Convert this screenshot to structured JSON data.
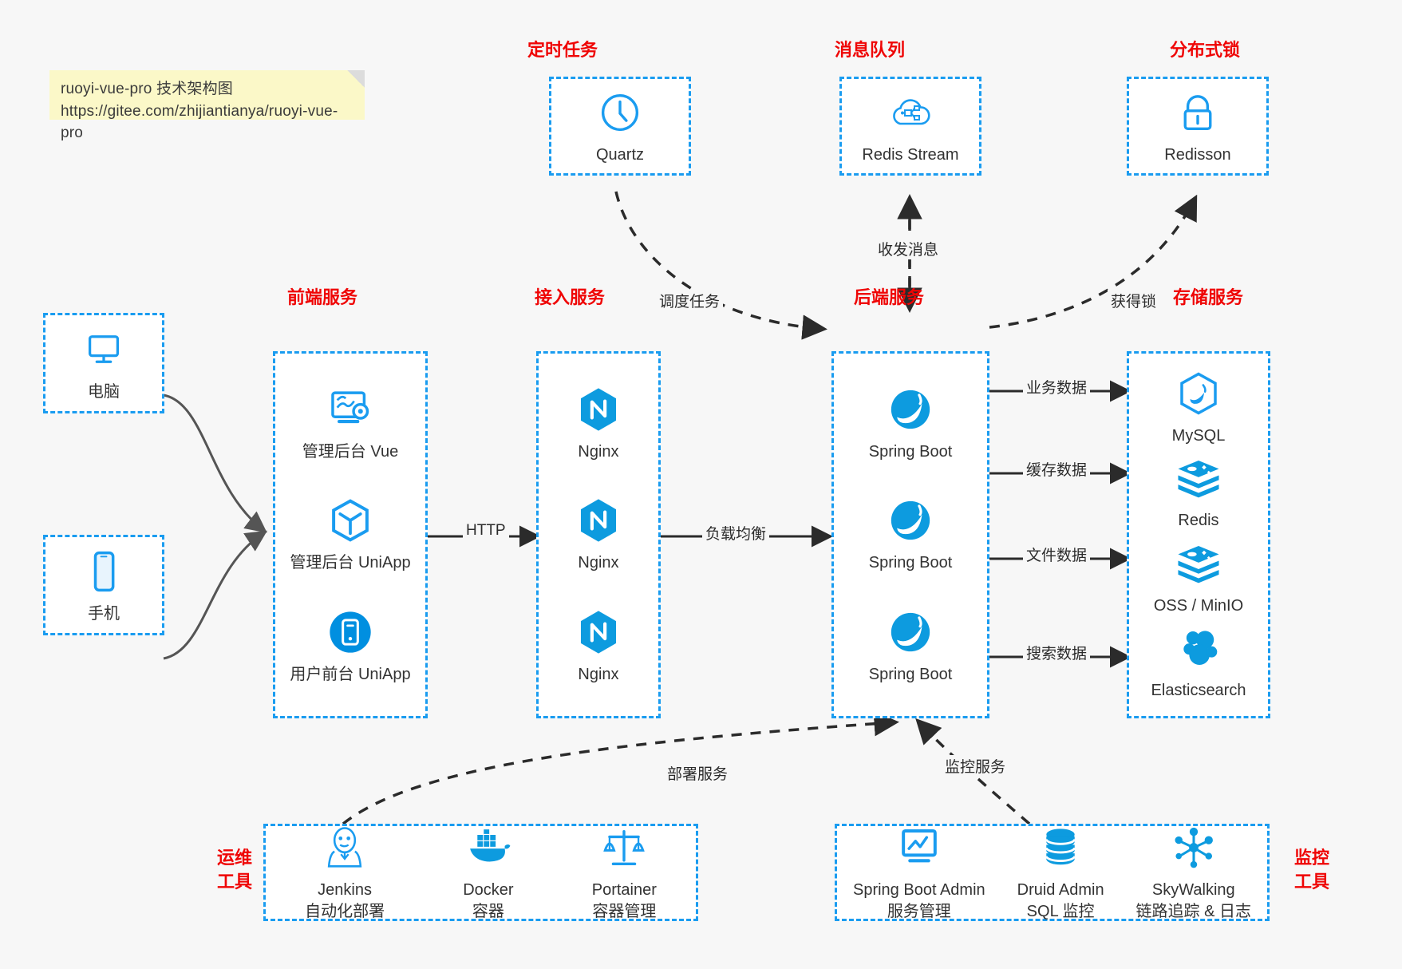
{
  "note": {
    "line1": "ruoyi-vue-pro 技术架构图",
    "line2": "https://gitee.com/zhijiantianya/ruoyi-vue-pro"
  },
  "colors": {
    "box_border": "#1a9cf0",
    "group_title": "#ef0505",
    "icon_blue": "#1a9cf0",
    "arrow": "#2b2b2b",
    "note_bg": "#fbf8c8",
    "page_bg": "#f7f7f7"
  },
  "groups": {
    "scheduled_task": {
      "title": "定时任务",
      "nodes": [
        {
          "label": "Quartz",
          "icon": "clock-icon"
        }
      ]
    },
    "message_queue": {
      "title": "消息队列",
      "nodes": [
        {
          "label": "Redis Stream",
          "icon": "cloud-network-icon"
        }
      ]
    },
    "distributed_lock": {
      "title": "分布式锁",
      "nodes": [
        {
          "label": "Redisson",
          "icon": "padlock-icon"
        }
      ]
    },
    "clients": {
      "nodes": [
        {
          "label": "电脑",
          "icon": "desktop-monitor-icon"
        },
        {
          "label": "手机",
          "icon": "mobile-phone-icon"
        }
      ]
    },
    "frontend": {
      "title": "前端服务",
      "nodes": [
        {
          "label": "管理后台 Vue",
          "icon": "dashboard-gear-icon"
        },
        {
          "label": "管理后台 UniApp",
          "icon": "hexagon-cube-icon"
        },
        {
          "label": "用户前台 UniApp",
          "icon": "phone-circle-icon"
        }
      ]
    },
    "gateway": {
      "title": "接入服务",
      "nodes": [
        {
          "label": "Nginx",
          "icon": "nginx-icon"
        },
        {
          "label": "Nginx",
          "icon": "nginx-icon"
        },
        {
          "label": "Nginx",
          "icon": "nginx-icon"
        }
      ]
    },
    "backend": {
      "title": "后端服务",
      "nodes": [
        {
          "label": "Spring Boot",
          "icon": "spring-leaf-icon"
        },
        {
          "label": "Spring Boot",
          "icon": "spring-leaf-icon"
        },
        {
          "label": "Spring Boot",
          "icon": "spring-leaf-icon"
        }
      ]
    },
    "storage": {
      "title": "存储服务",
      "nodes": [
        {
          "label": "MySQL",
          "icon": "mysql-dolphin-icon"
        },
        {
          "label": "Redis",
          "icon": "redis-stack-icon"
        },
        {
          "label": "OSS / MinIO",
          "icon": "redis-stack-icon"
        },
        {
          "label": "Elasticsearch",
          "icon": "elasticsearch-icon"
        }
      ]
    },
    "devops": {
      "title": "运维\n工具",
      "title_line1": "运维",
      "title_line2": "工具",
      "nodes": [
        {
          "label": "Jenkins",
          "sub": "自动化部署",
          "icon": "jenkins-butler-icon"
        },
        {
          "label": "Docker",
          "sub": "容器",
          "icon": "docker-whale-icon"
        },
        {
          "label": "Portainer",
          "sub": "容器管理",
          "icon": "scales-balance-icon"
        }
      ]
    },
    "monitoring": {
      "title_line1": "监控",
      "title_line2": "工具",
      "nodes": [
        {
          "label": "Spring Boot Admin",
          "sub": "服务管理",
          "icon": "monitor-chart-icon"
        },
        {
          "label": "Druid Admin",
          "sub": "SQL 监控",
          "icon": "database-cylinder-icon"
        },
        {
          "label": "SkyWalking",
          "sub": "链路追踪 & 日志",
          "icon": "skywalking-node-icon"
        }
      ]
    }
  },
  "edges": {
    "schedule_task": "调度任务",
    "send_receive_message": "收发消息",
    "acquire_lock": "获得锁",
    "http": "HTTP",
    "load_balance": "负载均衡",
    "business_data": "业务数据",
    "cache_data": "缓存数据",
    "file_data": "文件数据",
    "search_data": "搜索数据",
    "deploy_service": "部署服务",
    "monitor_service": "监控服务"
  }
}
